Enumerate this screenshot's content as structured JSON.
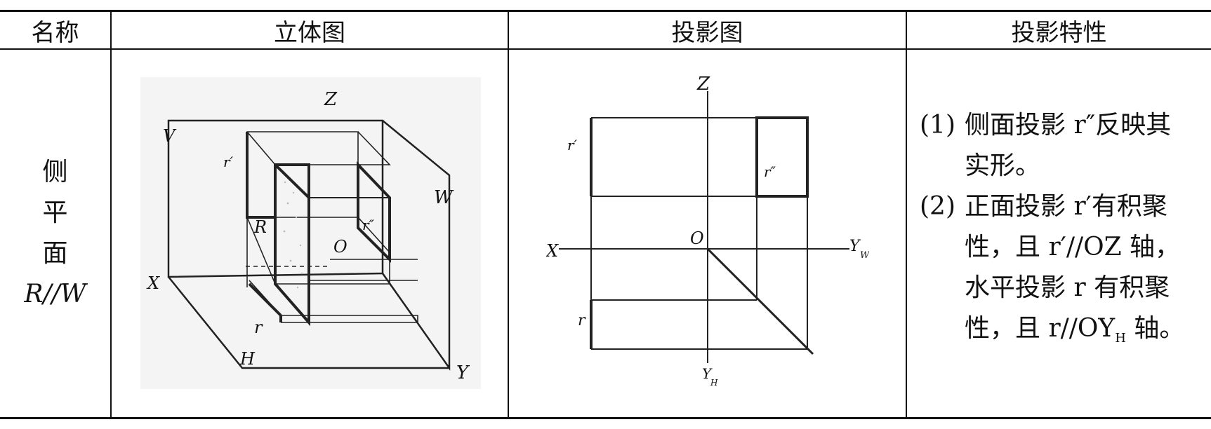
{
  "table": {
    "headers": [
      "名称",
      "立体图",
      "投影图",
      "投影特性"
    ],
    "row": {
      "name": [
        "侧",
        "平",
        "面",
        "R//W"
      ],
      "solid_labels": {
        "z": "Z",
        "v": "V",
        "r_prime": "r′",
        "w": "W",
        "r_label": "R",
        "r_dprime": "r″",
        "x": "X",
        "o": "O",
        "r": "r",
        "h": "H",
        "y": "Y"
      },
      "projection_labels": {
        "z": "Z",
        "r_prime": "r′",
        "r_dprime": "r″",
        "x": "X",
        "o": "O",
        "yw": "Y",
        "yw_sub": "W",
        "r": "r",
        "yh": "Y",
        "yh_sub": "H"
      },
      "properties": [
        {
          "num": "(1)",
          "lines": [
            "侧面投影 r″反映其",
            "实形。"
          ]
        },
        {
          "num": "(2)",
          "lines": [
            "正面投影 r′有积聚",
            "性，且 r′//OZ 轴，",
            "水平投影 r 有积聚",
            "性，且 r//OY",
            "H",
            " 轴。"
          ]
        }
      ]
    }
  }
}
